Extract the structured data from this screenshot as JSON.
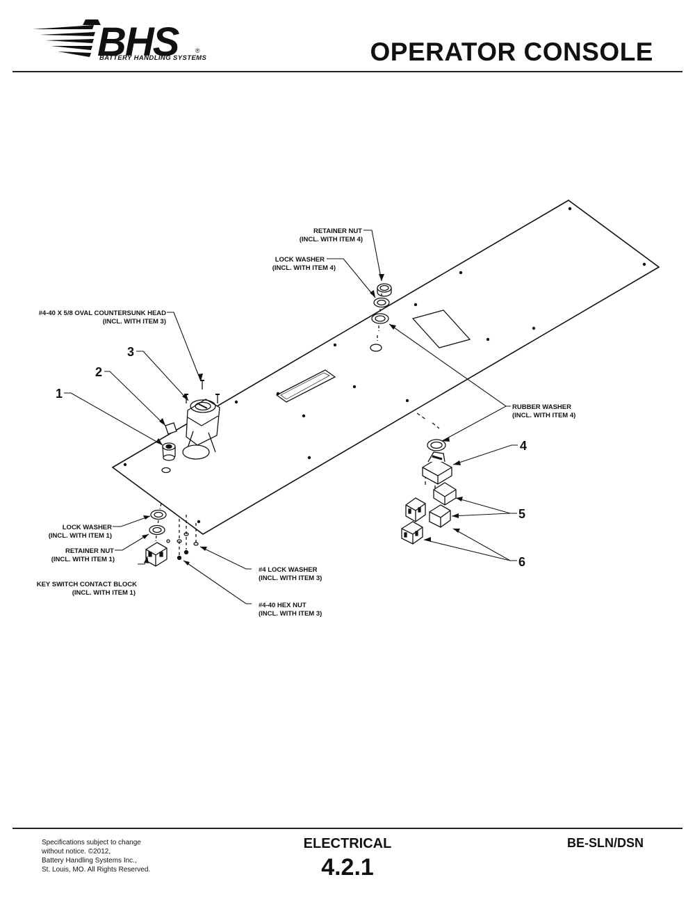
{
  "header": {
    "logo_text": "BHS",
    "logo_registered": "®",
    "logo_subtitle": "BATTERY HANDLING SYSTEMS",
    "title": "OPERATOR CONSOLE"
  },
  "callouts": {
    "item1": "1",
    "item2": "2",
    "item3": "3",
    "item4": "4",
    "item5": "5",
    "item6": "6"
  },
  "labels": {
    "retainer_nut_top": [
      "RETAINER NUT",
      "(INCL. WITH ITEM 4)"
    ],
    "lock_washer_top": [
      "LOCK WASHER",
      "(INCL. WITH ITEM 4)"
    ],
    "countersunk": [
      "#4-40 X 5/8 OVAL COUNTERSUNK HEAD",
      "(INCL. WITH ITEM 3)"
    ],
    "rubber_washer": [
      "RUBBER WASHER",
      "(INCL. WITH ITEM 4)"
    ],
    "lock_washer_left": [
      "LOCK WASHER",
      "(INCL. WITH ITEM 1)"
    ],
    "retainer_nut_left": [
      "RETAINER NUT",
      "(INCL. WITH ITEM 1)"
    ],
    "key_switch": [
      "KEY SWITCH CONTACT BLOCK",
      "(INCL. WITH ITEM 1)"
    ],
    "no4_lock_washer": [
      "#4 LOCK WASHER",
      "(INCL. WITH ITEM 3)"
    ],
    "hex_nut": [
      "#4-40 HEX NUT",
      "(INCL. WITH ITEM 3)"
    ]
  },
  "footer": {
    "notice": [
      "Specifications subject to change",
      "without notice. ©2012,",
      "Battery Handling Systems Inc.,",
      "St. Louis, MO. All Rights Reserved."
    ],
    "section": "ELECTRICAL",
    "section_number": "4.2.1",
    "model": "BE-SLN/DSN"
  }
}
